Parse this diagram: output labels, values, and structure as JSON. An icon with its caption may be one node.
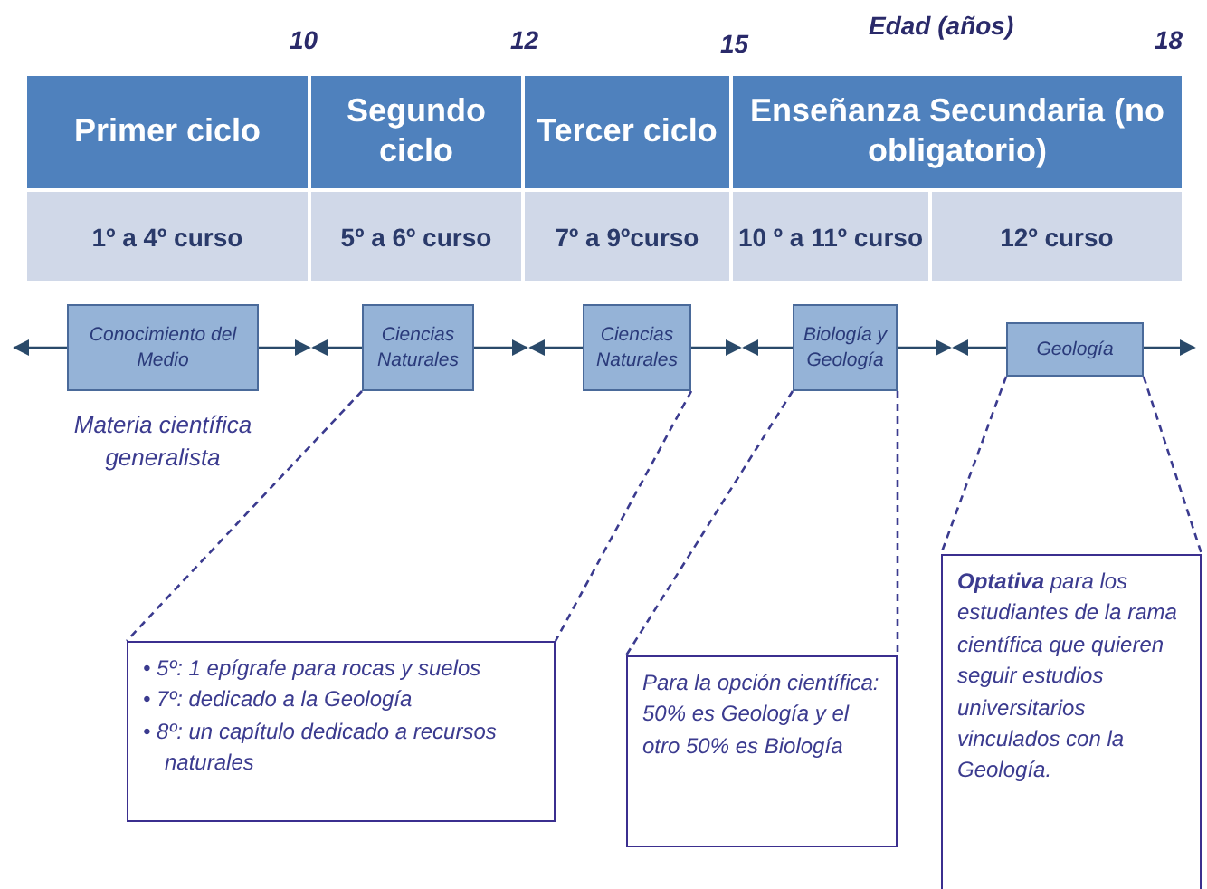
{
  "diagram": {
    "nodes": [
      {
        "text": [
          "Conocimiento del Medio"
        ]
      },
      {
        "text": [
          "Ciencias Naturales"
        ]
      },
      {
        "text": [
          "Ciencias Naturales"
        ]
      },
      {
        "text": [
          "Biología y Geología"
        ]
      },
      {
        "text": [
          "Geología"
        ]
      },
      {
        "text": [
          "• 5º: 1 epígrafe para rocas y suelos",
          "• 7º: dedicado a la Geología",
          "• 8º: un capítulo dedicado a recursos naturales"
        ]
      },
      {
        "text": [
          "Para la opción científica: 50% es Geología y el otro 50% es Biología"
        ]
      },
      {
        "text": [
          "**Optativa** para los estudiantes de la rama científica que quieren seguir estudios universitarios vinculados con la Geología."
        ]
      }
    ],
    "edges": [
      {
        "from": 0,
        "to": null,
        "arrow": "to"
      },
      {
        "from": 0,
        "to": null,
        "arrow": "to"
      },
      {
        "from": 1,
        "to": null,
        "arrow": "to"
      },
      {
        "from": 1,
        "to": null,
        "arrow": "to"
      },
      {
        "from": 2,
        "to": null,
        "arrow": "to"
      },
      {
        "from": 2,
        "to": null,
        "arrow": "to"
      },
      {
        "from": 3,
        "to": null,
        "arrow": "to"
      },
      {
        "from": 3,
        "to": null,
        "arrow": "to"
      },
      {
        "from": 4,
        "to": null,
        "arrow": "to"
      },
      {
        "from": 4,
        "to": null,
        "arrow": "to"
      },
      {
        "from": 1,
        "to": 5,
        "arrow": "none",
        "style": "dashed"
      },
      {
        "from": 2,
        "to": 5,
        "arrow": "none",
        "style": "dashed"
      },
      {
        "from": 3,
        "to": 6,
        "arrow": "none",
        "style": "dashed"
      },
      {
        "from": 3,
        "to": 6,
        "arrow": "none",
        "style": "dashed"
      },
      {
        "from": 4,
        "to": 7,
        "arrow": "none",
        "style": "dashed"
      },
      {
        "from": 4,
        "to": 7,
        "arrow": "none",
        "style": "dashed"
      }
    ],
    "labels": [
      "10",
      "12",
      "15",
      "Edad (años)",
      "18",
      "Primer ciclo",
      "Segundo ciclo",
      "Tercer ciclo",
      "Enseñanza Secundaria (no obligatorio)",
      "1º a 4º curso",
      "5º a 6º curso",
      "7º a 9ºcurso",
      "10 º a 11º curso",
      "12º curso",
      "Materia científica generalista"
    ]
  }
}
